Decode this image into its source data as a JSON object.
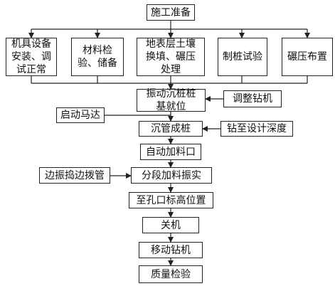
{
  "flowchart": {
    "top": "施工准备",
    "prep_steps": [
      "机具设备\n安装、调\n试正常",
      "材料检\n验、储备",
      "地表层土壤\n换填、碾压\n处理",
      "制桩试验",
      "碾压布置"
    ],
    "main_steps": [
      "振动沉桩桩\n基就位",
      "沉管成桩",
      "自动加料口",
      "分段加料振实",
      "至孔口标高位置",
      "关机",
      "移动钻机",
      "质量检验"
    ],
    "side_notes": {
      "adjust_drill": "调整钻机",
      "start_motor": "启动马达",
      "drill_to_depth": "钻至设计深度",
      "vibrate_pull": "边振捣边拨管"
    }
  }
}
